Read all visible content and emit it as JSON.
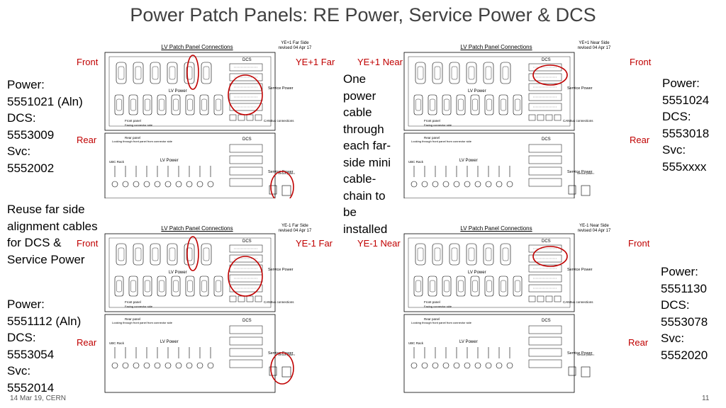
{
  "title": "Power Patch Panels:  RE Power, Service Power & DCS",
  "colors": {
    "accent_red": "#c00000",
    "title_gray": "#404040"
  },
  "labels": {
    "front": "Front",
    "rear": "Rear",
    "ye1_far": "YE+1 Far",
    "ye1_near": "YE+1 Near",
    "yem1_far": "YE-1 Far",
    "yem1_near": "YE-1 Near"
  },
  "panel_headers": {
    "top_left": {
      "title": "LV Patch Panel Connections",
      "side": "YE+1 Far Side",
      "rev": "revised 04 Apr 17"
    },
    "top_right": {
      "title": "LV Patch Panel Connections",
      "side": "YE+1 Near Side",
      "rev": "revised 04 Apr 17"
    },
    "bottom_left": {
      "title": "LV Patch Panel Connections",
      "side": "YE-1 Far Side",
      "rev": "revised 04 Apr 17"
    },
    "bottom_right": {
      "title": "LV Patch Panel Connections",
      "side": "YE-1 Near Side",
      "rev": "revised 04 Apr 17"
    }
  },
  "panel_text": {
    "dcs": "DCS",
    "lv_power": "LV Power",
    "service_power": "Service Power",
    "rear_panel": "Rear panel",
    "rear_panel_sub": "Looking through front panel from connector side",
    "front_panel": "Front panel",
    "front_panel_sub": "Facing connector side",
    "canbus": "CANBus connections",
    "ubc_rack": "UBC Rack",
    "service_conn": "Service power connections"
  },
  "left_text": {
    "power": "Power:",
    "power_top": "5551021 (Aln)",
    "dcs": "DCS:",
    "dcs_top": "5553009",
    "svc": "Svc:",
    "svc_top": "5552002",
    "reuse": [
      "Reuse far side",
      "alignment cables",
      "for DCS &",
      "Service Power"
    ],
    "power_bottom": "5551112 (Aln)",
    "dcs_bottom": "5553054",
    "svc_bottom": "5552014"
  },
  "middle_text": [
    "One",
    "power",
    "cable",
    "through",
    "each far-",
    "side mini",
    "cable-",
    "chain to",
    "be",
    "installed"
  ],
  "right_text": {
    "power": "Power:",
    "power_top": "5551024",
    "dcs": "DCS:",
    "dcs_top": "5553018",
    "svc": "Svc:",
    "svc_top": "555xxxx",
    "power_bottom": "5551130",
    "dcs_bottom": "5553078",
    "svc_bottom": "5552020"
  },
  "footer": {
    "date": "14 Mar 19, CERN",
    "page": "11"
  }
}
